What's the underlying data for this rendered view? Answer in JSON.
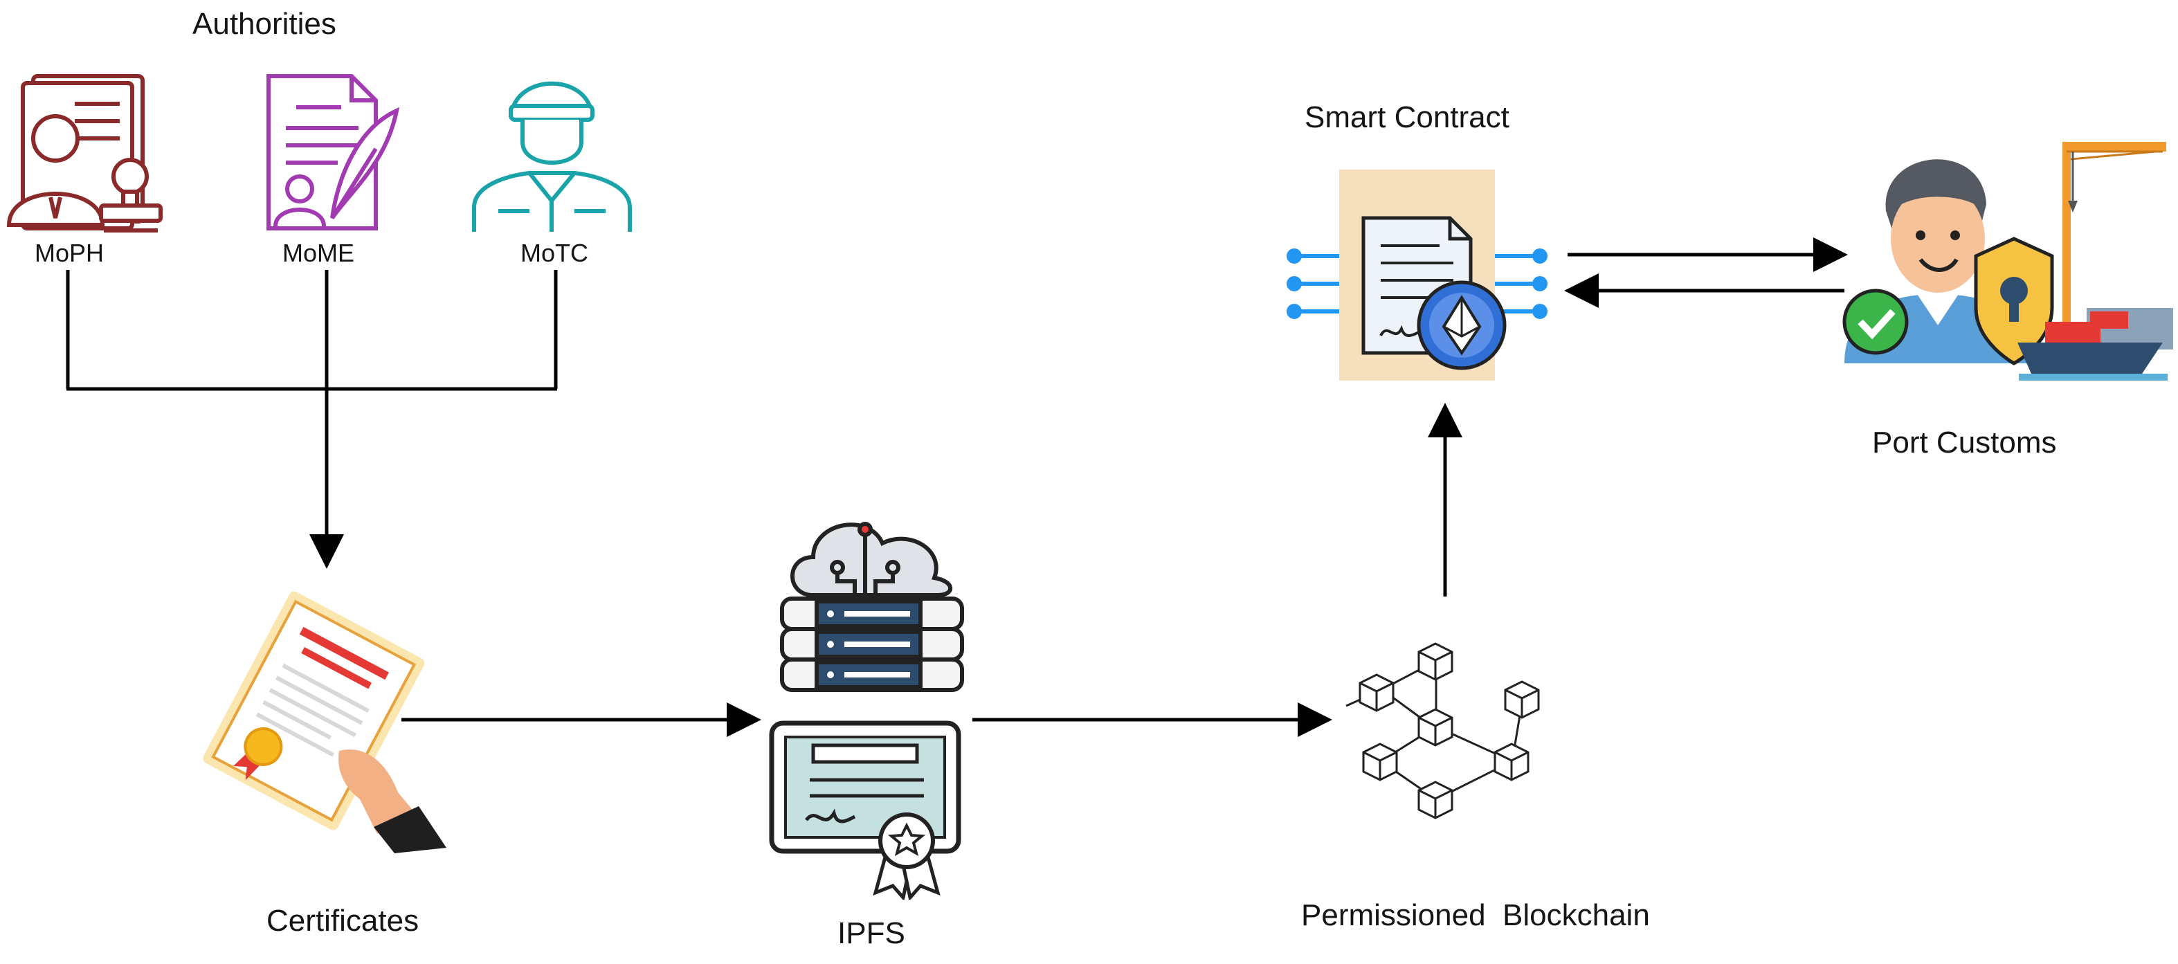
{
  "diagram": {
    "authorities_heading": "Authorities",
    "authorities": [
      {
        "name": "MoPH",
        "icon": "official-stamp-icon",
        "color": "#8b2a2a"
      },
      {
        "name": "MoME",
        "icon": "signed-document-icon",
        "color": "#a23ab2"
      },
      {
        "name": "MoTC",
        "icon": "officer-icon",
        "color": "#1aa3a8"
      }
    ],
    "nodes": {
      "certificates": "Certificates",
      "ipfs": "IPFS",
      "blockchain": "Permissioned  Blockchain",
      "smart_contract": "Smart Contract",
      "port_customs": "Port Customs"
    },
    "colors": {
      "arrow": "#000000",
      "ethereum_badge": "#2f6fd6",
      "circuit": "#2196f3",
      "server": "#2e4d6e",
      "certificate_red": "#e53935",
      "shield": "#f5c242"
    }
  }
}
